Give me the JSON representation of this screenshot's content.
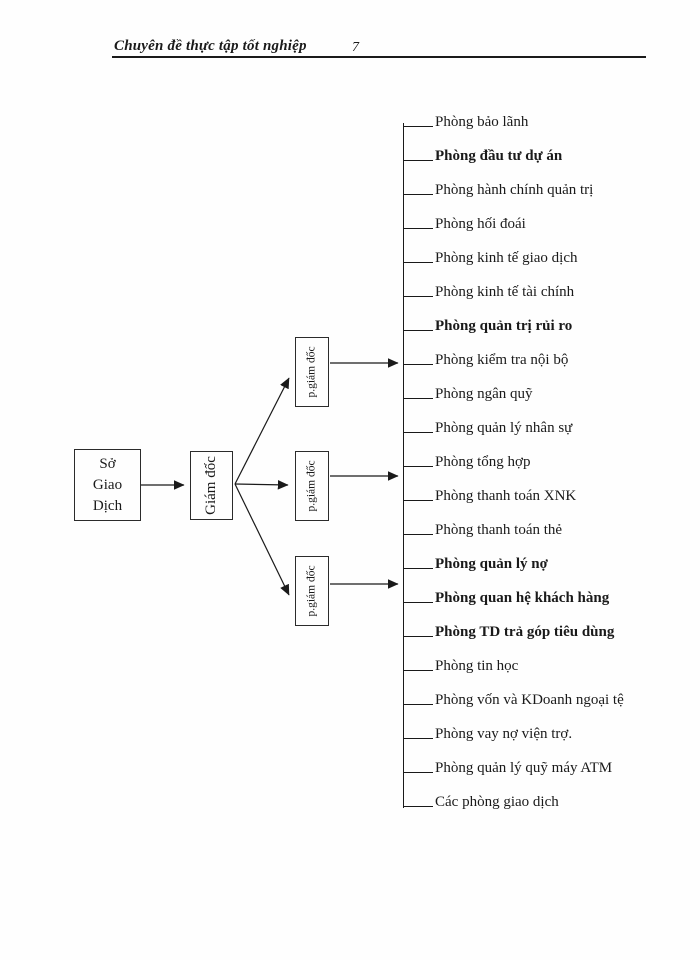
{
  "header": {
    "title": "Chuyên đề thực tập tốt nghiệp",
    "page_number": "7"
  },
  "org": {
    "root": {
      "label": "Sở Giao Dịch"
    },
    "director": {
      "label": "Giám đốc"
    },
    "deputies": [
      {
        "label": "p.giám đốc"
      },
      {
        "label": "p.giám đốc"
      },
      {
        "label": "p.giám đốc"
      }
    ],
    "departments": [
      {
        "label": "Phòng bảo lãnh",
        "bold": false
      },
      {
        "label": "Phòng đầu tư dự án",
        "bold": true
      },
      {
        "label": "Phòng hành chính quản trị",
        "bold": false
      },
      {
        "label": "Phòng hối đoái",
        "bold": false
      },
      {
        "label": "Phòng kinh tế giao dịch",
        "bold": false
      },
      {
        "label": "Phòng kinh tế tài chính",
        "bold": false
      },
      {
        "label": "Phòng quản trị rủi ro",
        "bold": true
      },
      {
        "label": "Phòng kiểm tra nội bộ",
        "bold": false
      },
      {
        "label": "Phòng ngân quỹ",
        "bold": false
      },
      {
        "label": "Phòng quản lý nhân sự",
        "bold": false
      },
      {
        "label": "Phòng tổng hợp",
        "bold": false
      },
      {
        "label": "Phòng thanh toán XNK",
        "bold": false
      },
      {
        "label": "Phòng thanh toán thẻ",
        "bold": false
      },
      {
        "label": "Phòng quản lý nợ",
        "bold": true
      },
      {
        "label": "Phòng quan hệ khách hàng",
        "bold": true
      },
      {
        "label": "Phòng TD trả góp tiêu dùng",
        "bold": true
      },
      {
        "label": "Phòng tin học",
        "bold": false
      },
      {
        "label": "Phòng vốn và KDoanh ngoại tệ",
        "bold": false
      },
      {
        "label": "Phòng vay nợ viện trợ.",
        "bold": false
      },
      {
        "label": "Phòng quản lý quỹ máy ATM",
        "bold": false
      },
      {
        "label": "Các phòng giao dịch",
        "bold": false
      }
    ]
  },
  "colors": {
    "ink": "#1a1a1a",
    "background": "#fefefe"
  }
}
